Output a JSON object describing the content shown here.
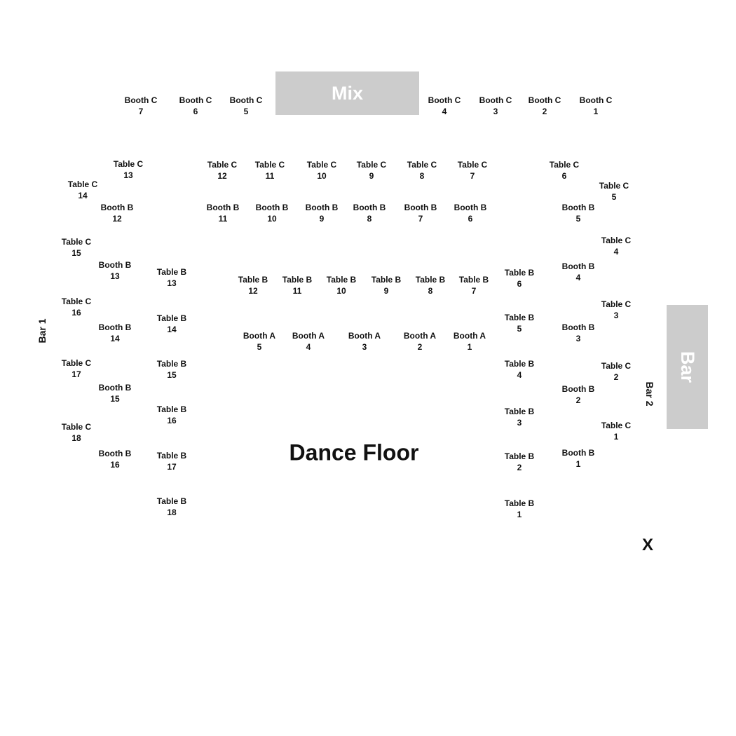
{
  "venue": {
    "mix_label": "Mix",
    "bar_block_label": "Bar",
    "bar1_label": "Bar 1",
    "bar2_label": "Bar 2",
    "dance_floor_label": "Dance Floor",
    "close_label": "X"
  },
  "spots": [
    {
      "type": "Booth C",
      "number": "7"
    },
    {
      "type": "Booth C",
      "number": "6"
    },
    {
      "type": "Booth C",
      "number": "5"
    },
    {
      "type": "Booth C",
      "number": "4"
    },
    {
      "type": "Booth C",
      "number": "3"
    },
    {
      "type": "Booth C",
      "number": "2"
    },
    {
      "type": "Booth C",
      "number": "1"
    },
    {
      "type": "Table C",
      "number": "13"
    },
    {
      "type": "Table C",
      "number": "14"
    },
    {
      "type": "Table C",
      "number": "12"
    },
    {
      "type": "Table C",
      "number": "11"
    },
    {
      "type": "Table C",
      "number": "10"
    },
    {
      "type": "Table C",
      "number": "9"
    },
    {
      "type": "Table C",
      "number": "8"
    },
    {
      "type": "Table C",
      "number": "7"
    },
    {
      "type": "Table C",
      "number": "6"
    },
    {
      "type": "Table C",
      "number": "5"
    },
    {
      "type": "Booth B",
      "number": "12"
    },
    {
      "type": "Booth B",
      "number": "11"
    },
    {
      "type": "Booth B",
      "number": "10"
    },
    {
      "type": "Booth B",
      "number": "9"
    },
    {
      "type": "Booth B",
      "number": "8"
    },
    {
      "type": "Booth B",
      "number": "7"
    },
    {
      "type": "Booth B",
      "number": "6"
    },
    {
      "type": "Booth B",
      "number": "5"
    },
    {
      "type": "Table C",
      "number": "15"
    },
    {
      "type": "Table C",
      "number": "4"
    },
    {
      "type": "Booth B",
      "number": "13"
    },
    {
      "type": "Booth B",
      "number": "4"
    },
    {
      "type": "Table B",
      "number": "13"
    },
    {
      "type": "Table B",
      "number": "6"
    },
    {
      "type": "Table B",
      "number": "12"
    },
    {
      "type": "Table B",
      "number": "11"
    },
    {
      "type": "Table B",
      "number": "10"
    },
    {
      "type": "Table B",
      "number": "9"
    },
    {
      "type": "Table B",
      "number": "8"
    },
    {
      "type": "Table B",
      "number": "7"
    },
    {
      "type": "Table C",
      "number": "16"
    },
    {
      "type": "Table C",
      "number": "3"
    },
    {
      "type": "Table B",
      "number": "14"
    },
    {
      "type": "Table B",
      "number": "5"
    },
    {
      "type": "Booth B",
      "number": "14"
    },
    {
      "type": "Booth B",
      "number": "3"
    },
    {
      "type": "Booth A",
      "number": "5"
    },
    {
      "type": "Booth A",
      "number": "4"
    },
    {
      "type": "Booth A",
      "number": "3"
    },
    {
      "type": "Booth A",
      "number": "2"
    },
    {
      "type": "Booth A",
      "number": "1"
    },
    {
      "type": "Table C",
      "number": "17"
    },
    {
      "type": "Table C",
      "number": "2"
    },
    {
      "type": "Table B",
      "number": "15"
    },
    {
      "type": "Table B",
      "number": "4"
    },
    {
      "type": "Booth B",
      "number": "15"
    },
    {
      "type": "Booth B",
      "number": "2"
    },
    {
      "type": "Table B",
      "number": "16"
    },
    {
      "type": "Table B",
      "number": "3"
    },
    {
      "type": "Table C",
      "number": "18"
    },
    {
      "type": "Table C",
      "number": "1"
    },
    {
      "type": "Booth B",
      "number": "16"
    },
    {
      "type": "Booth B",
      "number": "1"
    },
    {
      "type": "Table B",
      "number": "17"
    },
    {
      "type": "Table B",
      "number": "2"
    },
    {
      "type": "Table B",
      "number": "18"
    },
    {
      "type": "Table B",
      "number": "1"
    }
  ]
}
